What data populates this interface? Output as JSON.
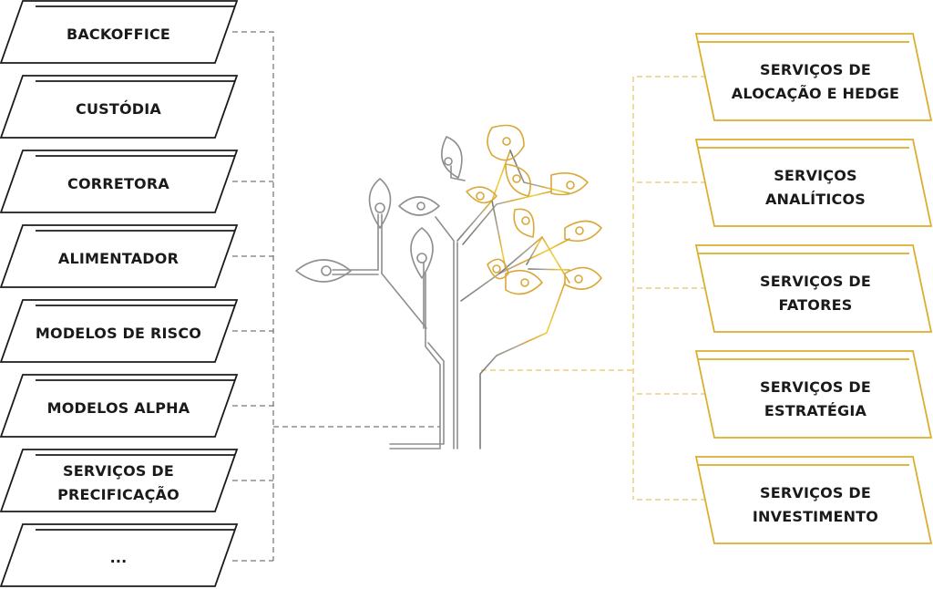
{
  "left_modules": [
    {
      "label": "BACKOFFICE"
    },
    {
      "label": "CUSTÓDIA"
    },
    {
      "label": "CORRETORA"
    },
    {
      "label": "ALIMENTADOR"
    },
    {
      "label": "MODELOS DE RISCO"
    },
    {
      "label": "MODELOS ALPHA"
    },
    {
      "label": "SERVIÇOS DE\nPRECIFICAÇÃO"
    },
    {
      "label": "..."
    }
  ],
  "right_modules": [
    {
      "label": "SERVIÇOS DE\nALOCAÇÃO E HEDGE"
    },
    {
      "label": "SERVIÇOS\nANALÍTICOS"
    },
    {
      "label": "SERVIÇOS DE\nFATORES"
    },
    {
      "label": "SERVIÇOS DE\nESTRATÉGIA"
    },
    {
      "label": "SERVIÇOS DE\nINVESTIMENTO"
    }
  ],
  "colors": {
    "left_stroke": "#1a1a1a",
    "left_connector": "#555555",
    "right_stroke": "#e2b52a",
    "right_connector": "#e8b84a",
    "tree_gray": "#8a8a8a",
    "tree_gold": "#e0a830",
    "tree_gold_light": "#f2d64a"
  },
  "center_icon": "circuit-tree-icon"
}
